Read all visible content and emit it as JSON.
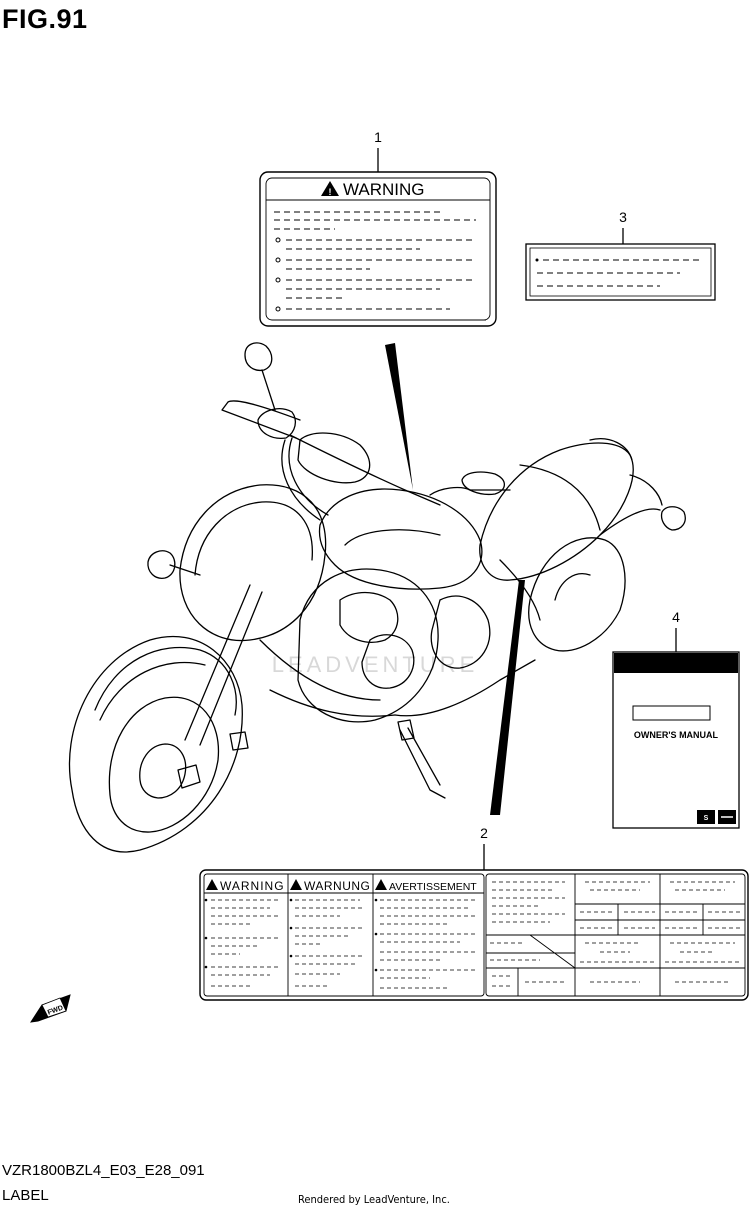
{
  "figure": {
    "title": "FIG.91",
    "model_code": "VZR1800BZL4_E03_E28_091",
    "section": "LABEL",
    "credit": "Rendered by LeadVenture, Inc.",
    "watermark": "LEADVENTURE"
  },
  "callouts": [
    {
      "number": "1"
    },
    {
      "number": "2"
    },
    {
      "number": "3"
    },
    {
      "number": "4"
    }
  ],
  "labels": {
    "warning_label": {
      "heading": "WARNING"
    },
    "combined_label": {
      "heading_en": "WARNING",
      "heading_de": "WARNUNG",
      "heading_fr": "AVERTISSEMENT"
    },
    "manual": {
      "title": "OWNER'S MANUAL"
    }
  },
  "direction_marker": {
    "text": "FWD"
  },
  "colors": {
    "line": "#000000",
    "background": "#ffffff",
    "watermark": "#d8d8d8"
  }
}
